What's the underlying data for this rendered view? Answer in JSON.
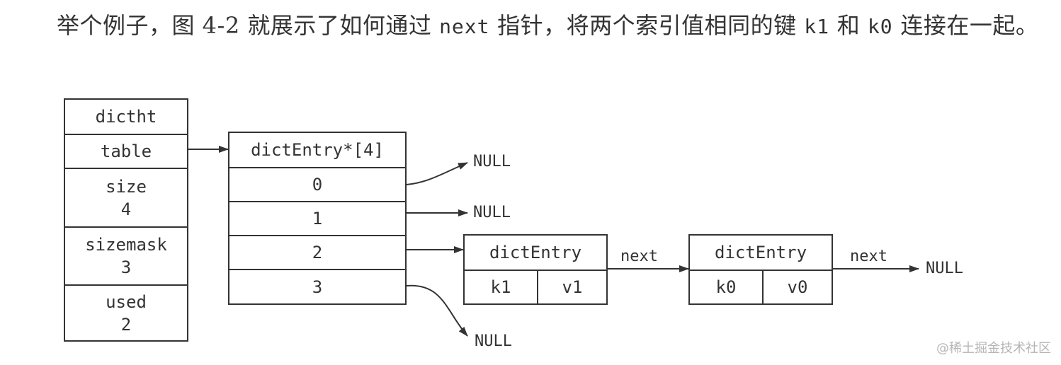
{
  "paragraph": {
    "part1": "举个例子，图 4-2 就展示了如何通过 ",
    "code1": "next",
    "part2": " 指针，将两个索引值相同的键 ",
    "code2": "k1",
    "part3": " 和 ",
    "code3": "k0",
    "part4": " 连接在一起。"
  },
  "dictht": {
    "title": "dictht",
    "table": "table",
    "size_label": "size",
    "size_value": "4",
    "sizemask_label": "sizemask",
    "sizemask_value": "3",
    "used_label": "used",
    "used_value": "2"
  },
  "table_array": {
    "header": "dictEntry*[4]",
    "slots": [
      "0",
      "1",
      "2",
      "3"
    ]
  },
  "entry_k1": {
    "title": "dictEntry",
    "key": "k1",
    "value": "v1"
  },
  "entry_k0": {
    "title": "dictEntry",
    "key": "k0",
    "value": "v0"
  },
  "labels": {
    "null": "NULL",
    "next": "next"
  },
  "watermark": "@稀土掘金技术社区",
  "colors": {
    "stroke": "#333333",
    "text": "#333333",
    "watermark": "#b5b5b5"
  }
}
